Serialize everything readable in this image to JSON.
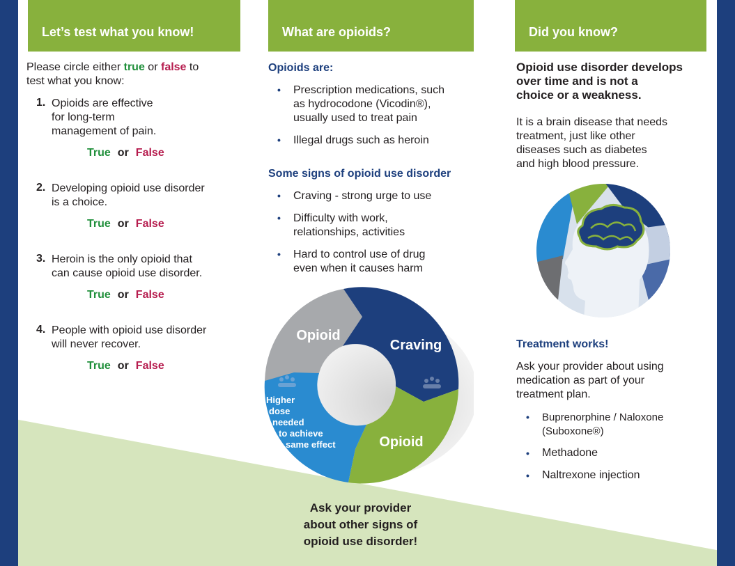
{
  "colors": {
    "green_header": "#88b13d",
    "navy": "#1d3f7d",
    "true_green": "#1f8f3a",
    "false_red": "#b61c4e",
    "light_green_bg": "#d6e5bd"
  },
  "col1": {
    "header": "Let’s test what you know!",
    "intro_pre": "Please circle either ",
    "intro_true": "true",
    "intro_or": " or ",
    "intro_false": "false",
    "intro_post": " to",
    "intro_line2": "test what you know:",
    "questions": [
      {
        "num": "1.",
        "lines": [
          "Opioids are effective",
          "for long-term",
          "management of pain."
        ]
      },
      {
        "num": "2.",
        "lines": [
          "Developing opioid use disorder",
          "is a choice."
        ]
      },
      {
        "num": "3.",
        "lines": [
          "Heroin is the only opioid that",
          "can cause opioid use disorder."
        ]
      },
      {
        "num": "4.",
        "lines": [
          "People with opioid use disorder",
          "will never recover."
        ]
      }
    ],
    "true_label": "True",
    "or_label": "or",
    "false_label": "False"
  },
  "col2": {
    "header": "What are opioids?",
    "sub1": "Opioids are:",
    "list1": [
      [
        "Prescription medications, such",
        "as hydrocodone (Vicodin®),",
        "usually used to treat pain"
      ],
      [
        "Illegal drugs such as heroin"
      ]
    ],
    "sub2": "Some signs of opioid use disorder",
    "list2": [
      [
        "Craving - strong urge to use"
      ],
      [
        "Difficulty with work,",
        "relationships, activities"
      ],
      [
        "Hard to control use of drug",
        "even when it causes harm"
      ]
    ],
    "cycle": {
      "seg1": "Opioid",
      "seg2": "Craving",
      "seg3": "Opioid",
      "seg4_lines": [
        "Higher",
        "dose",
        "needed",
        "to achieve",
        "same effect"
      ]
    },
    "footer_lines": [
      "Ask your provider",
      "about other signs of",
      "opioid use disorder!"
    ]
  },
  "col3": {
    "header": "Did you know?",
    "lead_lines": [
      "Opioid use disorder develops",
      "over time and is not a",
      "choice or a weakness."
    ],
    "body_lines": [
      "It is a brain disease that needs",
      "treatment, just like other",
      "diseases such as diabetes",
      "and high blood pressure."
    ],
    "treatment_title": "Treatment works!",
    "treatment_lines": [
      "Ask your provider about using",
      "medication as part of your",
      "treatment plan."
    ],
    "meds": [
      [
        "Buprenorphine / Naloxone",
        "(Suboxone®)"
      ],
      [
        "Methadone"
      ],
      [
        "Naltrexone injection"
      ]
    ]
  }
}
